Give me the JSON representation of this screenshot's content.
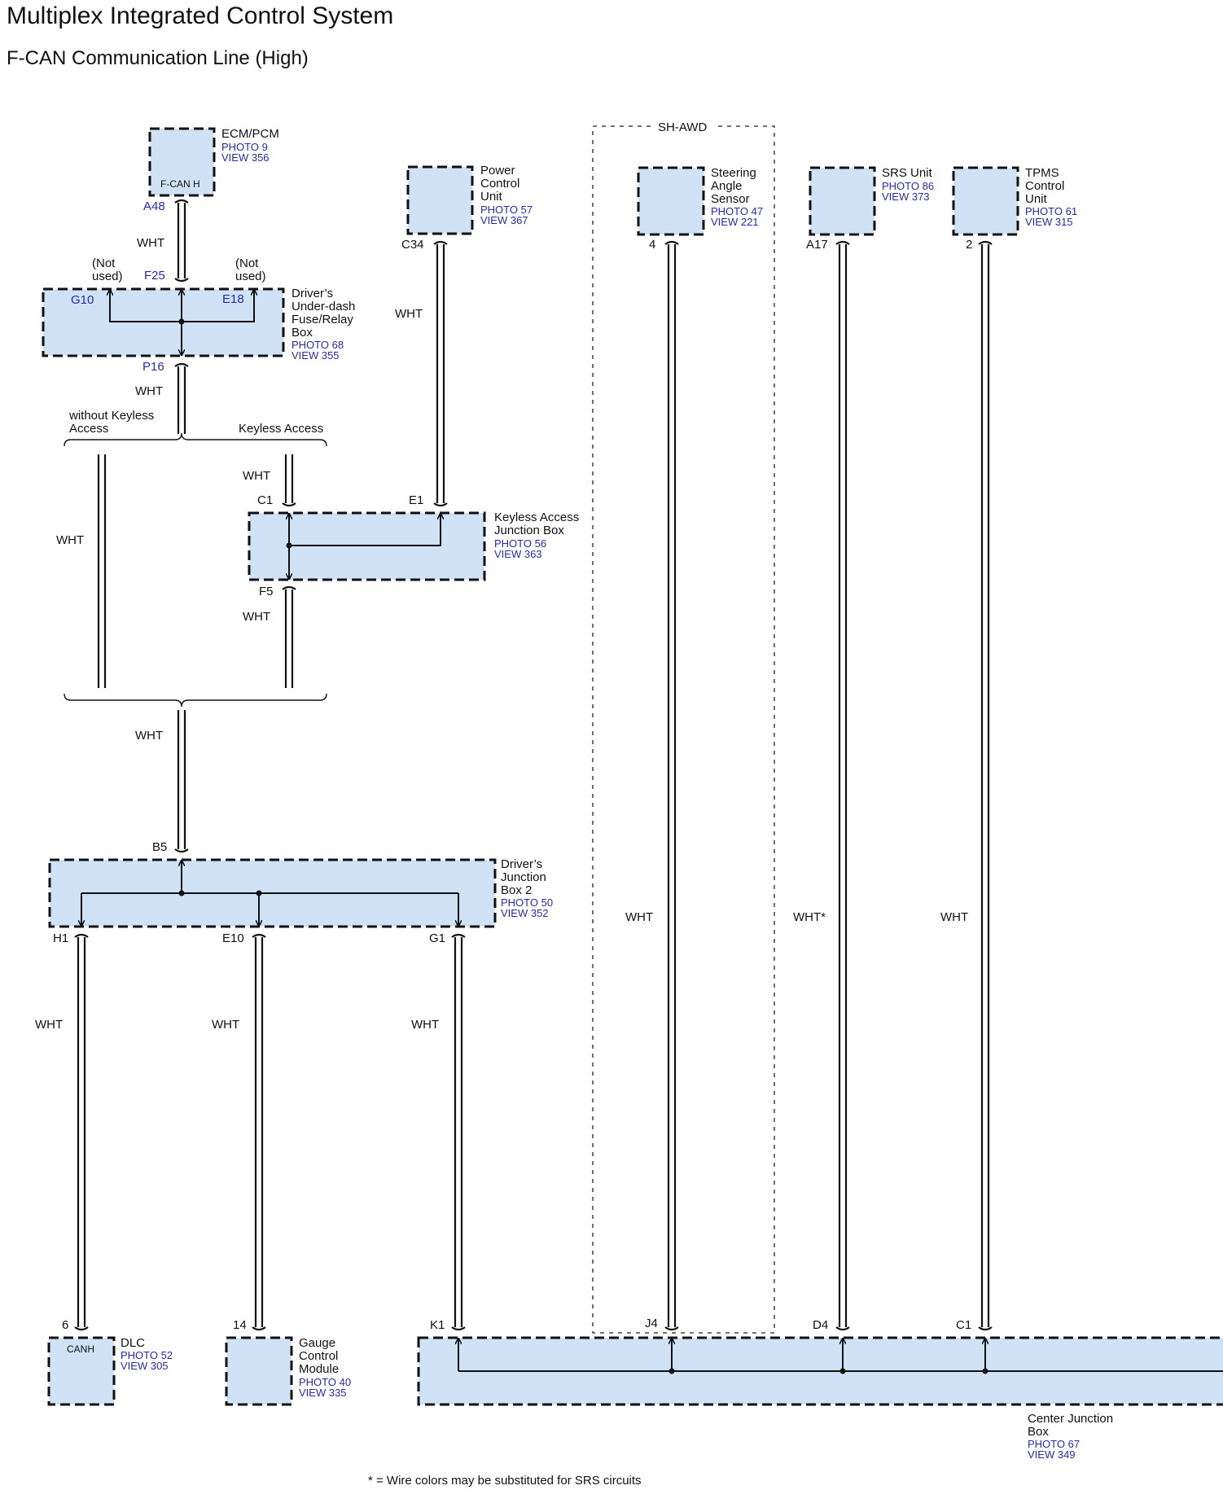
{
  "header": {
    "title": "Multiplex Integrated Control System",
    "subtitle": "F-CAN Communication Line (High)"
  },
  "option_group": {
    "label": "SH-AWD"
  },
  "components": {
    "ecm": {
      "name": "ECM/PCM",
      "photo": "PHOTO 9",
      "view": "VIEW 356",
      "inner": "F-CAN H"
    },
    "underdash": {
      "name": [
        "Driver’s",
        "Under-dash",
        "Fuse/Relay",
        "Box"
      ],
      "photo": "PHOTO 68",
      "view": "VIEW 355"
    },
    "pcu": {
      "name": [
        "Power",
        "Control",
        "Unit"
      ],
      "photo": "PHOTO 57",
      "view": "VIEW 367"
    },
    "steering": {
      "name": [
        "Steering",
        "Angle",
        "Sensor"
      ],
      "photo": "PHOTO 47",
      "view": "VIEW 221"
    },
    "srs": {
      "name": "SRS Unit",
      "photo": "PHOTO 86",
      "view": "VIEW 373"
    },
    "tpms": {
      "name": [
        "TPMS",
        "Control",
        "Unit"
      ],
      "photo": "PHOTO 61",
      "view": "VIEW 315"
    },
    "keyless": {
      "name": [
        "Keyless Access",
        "Junction Box"
      ],
      "photo": "PHOTO 56",
      "view": "VIEW 363"
    },
    "jb2": {
      "name": [
        "Driver’s",
        "Junction",
        "Box 2"
      ],
      "photo": "PHOTO 50",
      "view": "VIEW 352"
    },
    "dlc": {
      "name": "DLC",
      "photo": "PHOTO 52",
      "view": "VIEW 305",
      "inner": "CANH"
    },
    "gauge": {
      "name": [
        "Gauge",
        "Control",
        "Module"
      ],
      "photo": "PHOTO 40",
      "view": "VIEW 335"
    },
    "cjb": {
      "name": [
        "Center Junction",
        "Box"
      ],
      "photo": "PHOTO 67",
      "view": "VIEW 349"
    }
  },
  "pins": {
    "ecm_a48": "A48",
    "ud_f25": "F25",
    "ud_g10": "G10",
    "ud_e18": "E18",
    "ud_p16": "P16",
    "pcu_c34": "C34",
    "kab_c1": "C1",
    "kab_e1": "E1",
    "kab_f5": "F5",
    "jb2_b5": "B5",
    "jb2_h1": "H1",
    "jb2_e10": "E10",
    "jb2_g1": "G1",
    "sas_4": "4",
    "srs_a17": "A17",
    "tpms_2": "2",
    "dlc_6": "6",
    "gcm_14": "14",
    "cjb_k1": "K1",
    "cjb_j4": "J4",
    "cjb_d4": "D4",
    "cjb_c1": "C1"
  },
  "notes": {
    "not_used_1": "(Not",
    "not_used_2": "used)",
    "without_keyless_1": "without Keyless",
    "without_keyless_2": "Access",
    "keyless_access": "Keyless Access"
  },
  "wire_colors": {
    "wht": "WHT",
    "wht_srs": "WHT*"
  },
  "footnote": "* = Wire colors may be substituted for SRS circuits",
  "colors": {
    "connector_fill": "#cfe2f6",
    "reference_text": "#2a2aa8"
  }
}
